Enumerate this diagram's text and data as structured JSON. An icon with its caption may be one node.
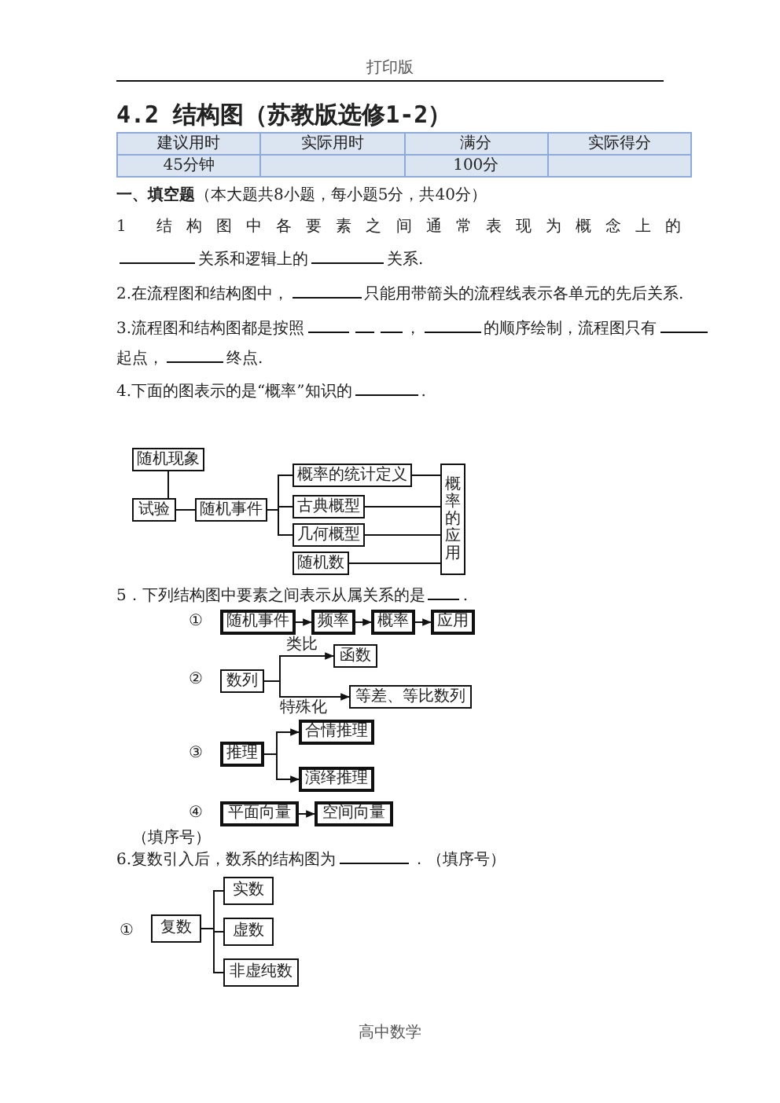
{
  "diagram": {
    "title": "4.2 结构图（苏教版选修1-2）",
    "nodes": [
      {
        "text": [
          "随机现象"
        ]
      },
      {
        "text": [
          "试验"
        ]
      },
      {
        "text": [
          "随机事件"
        ]
      },
      {
        "text": [
          "概率的统计定义"
        ]
      },
      {
        "text": [
          "古典概型"
        ]
      },
      {
        "text": [
          "几何概型"
        ]
      },
      {
        "text": [
          "随机数"
        ]
      },
      {
        "text": [
          "概率的应用"
        ]
      },
      {
        "text": [
          "随机事件"
        ]
      },
      {
        "text": [
          "频率"
        ]
      },
      {
        "text": [
          "概率"
        ]
      },
      {
        "text": [
          "应用"
        ]
      },
      {
        "text": [
          "数列"
        ]
      },
      {
        "text": [
          "函数"
        ]
      },
      {
        "text": [
          "等差、等比数列"
        ]
      },
      {
        "text": [
          "推理"
        ]
      },
      {
        "text": [
          "合情推理"
        ]
      },
      {
        "text": [
          "演绎推理"
        ]
      },
      {
        "text": [
          "平面向量"
        ]
      },
      {
        "text": [
          "空间向量"
        ]
      },
      {
        "text": [
          "复数"
        ]
      },
      {
        "text": [
          "实数"
        ]
      },
      {
        "text": [
          "虚数"
        ]
      },
      {
        "text": [
          "非虚纯数"
        ]
      }
    ],
    "edges": [
      {
        "from": 0,
        "to": 1,
        "arrow": "none"
      },
      {
        "from": 1,
        "to": 2,
        "arrow": "none"
      },
      {
        "from": 2,
        "to": 3,
        "arrow": "none"
      },
      {
        "from": 2,
        "to": 4,
        "arrow": "none"
      },
      {
        "from": 2,
        "to": 5,
        "arrow": "none"
      },
      {
        "from": 3,
        "to": 7,
        "arrow": "none"
      },
      {
        "from": 4,
        "to": 7,
        "arrow": "none"
      },
      {
        "from": 5,
        "to": 7,
        "arrow": "none"
      },
      {
        "from": 6,
        "to": 7,
        "arrow": "none"
      },
      {
        "from": 8,
        "to": 9,
        "arrow": "to"
      },
      {
        "from": 9,
        "to": 10,
        "arrow": "to"
      },
      {
        "from": 10,
        "to": 11,
        "arrow": "to"
      },
      {
        "from": 12,
        "to": 13,
        "arrow": "to",
        "label": "类比"
      },
      {
        "from": 12,
        "to": 14,
        "arrow": "to",
        "label": "特殊化"
      },
      {
        "from": 15,
        "to": 16,
        "arrow": "to"
      },
      {
        "from": 15,
        "to": 17,
        "arrow": "to"
      },
      {
        "from": 18,
        "to": 19,
        "arrow": "to"
      },
      {
        "from": 20,
        "to": 21,
        "arrow": "none"
      },
      {
        "from": 20,
        "to": 22,
        "arrow": "none"
      },
      {
        "from": 20,
        "to": 23,
        "arrow": "none"
      }
    ],
    "labels": [
      "打印版",
      "建议用时",
      "实际用时",
      "满分",
      "实际得分",
      "45分钟",
      "100分",
      "**一、填空题**（本大题共8小题，每小题5分，共40分）",
      "1 结构图中各要素之间通常表现为概念上的",
      "关系和逻辑上的",
      "关系.",
      "2.在流程图和结构图中，",
      "只能用带箭头的流程线表示各单元的先后关系.",
      "3.流程图和结构图都是按照",
      "，",
      "的顺序绘制，流程图只有",
      "起点，",
      "终点.",
      "4.下面的图表示的是“概率”知识的",
      ".",
      "5．下列结构图中要素之间表示从属关系的是",
      ".",
      "①",
      "②",
      "③",
      "④",
      "（填序号）",
      "6.复数引入后，数系的结构图为",
      "．（填序号）",
      "①",
      "高中数学"
    ]
  }
}
